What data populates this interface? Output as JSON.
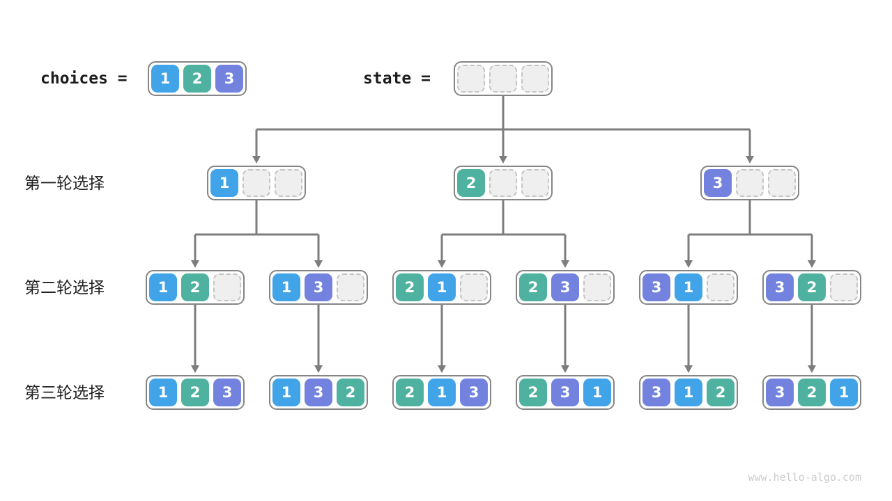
{
  "header": {
    "choices_label": "choices =",
    "state_label": "state =",
    "choices_cells": [
      1,
      2,
      3
    ],
    "state_cells": [
      null,
      null,
      null
    ]
  },
  "rows": [
    {
      "label": "第一轮选择",
      "boxes": [
        [
          1,
          null,
          null
        ],
        [
          2,
          null,
          null
        ],
        [
          3,
          null,
          null
        ]
      ]
    },
    {
      "label": "第二轮选择",
      "boxes": [
        [
          1,
          2,
          null
        ],
        [
          1,
          3,
          null
        ],
        [
          2,
          1,
          null
        ],
        [
          2,
          3,
          null
        ],
        [
          3,
          1,
          null
        ],
        [
          3,
          2,
          null
        ]
      ]
    },
    {
      "label": "第三轮选择",
      "boxes": [
        [
          1,
          2,
          3
        ],
        [
          1,
          3,
          2
        ],
        [
          2,
          1,
          3
        ],
        [
          2,
          3,
          1
        ],
        [
          3,
          1,
          2
        ],
        [
          3,
          2,
          1
        ]
      ]
    }
  ],
  "colors": {
    "1": "#41a4e8",
    "2": "#4fb2a0",
    "3": "#7282de",
    "arrow": "#7d7d7d",
    "box_border": "#858585",
    "empty_fill": "#efefef",
    "empty_border": "#c4c4c4"
  },
  "watermark": "www.hello-algo.com"
}
